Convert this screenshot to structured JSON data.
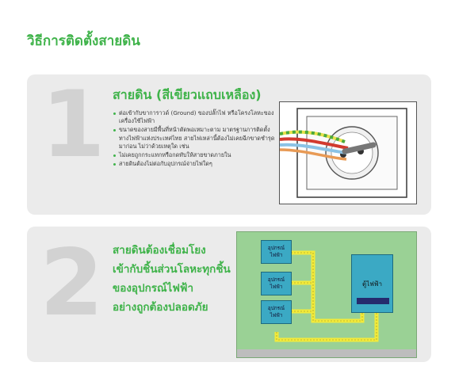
{
  "page_title": "วิธีการติดตั้งสายดิน",
  "step1": {
    "number": "1",
    "heading": "สายดิน (สีเขียวแถบเหลือง)",
    "bullets": [
      "ต่อเข้ากับขาการาวด์ (Ground) ของปลั๊กไฟ หรือโครงโลหะของเครื่องใช้ไฟฟ้า",
      "ขนาดของสายมีพื้นที่หน้าตัดพอเหมาะตาม มาตรฐานการติดตั้งทางไฟฟ้าแห่งประเทศไทย สายไฟเหล่านี้ต้องไม่เคยฉีกขาดชำรุดมาก่อน ไม่ว่าด้วยเหตุใด เช่น",
      "ไม่เคยถูกกระแทกหรือกดทับให้สายขาดภายใน",
      "สายดินต้องไม่ต่อกับอุปกรณ์จ่ายไฟใดๆ"
    ]
  },
  "step2": {
    "number": "2",
    "heading_lines": [
      "สายดินต้องเชื่อมโยง",
      "เข้ากับชิ้นส่วนโลหะทุกชิ้น",
      "ของอุปกรณ์ไฟฟ้า",
      "อย่างถูกต้องปลอดภัย"
    ],
    "diagram": {
      "device_label_line1": "อุปกรณ์",
      "device_label_line2": "ไฟฟ้า",
      "cabinet_label": "ตู้ไฟฟ้า"
    }
  },
  "colors": {
    "accent_green": "#3fb34a",
    "panel_gray": "#ebebeb",
    "number_gray": "#d2d2d2",
    "diagram_green": "#9ad195",
    "box_blue": "#3ba9c4",
    "wire_yellow": "#f2ea3a"
  }
}
